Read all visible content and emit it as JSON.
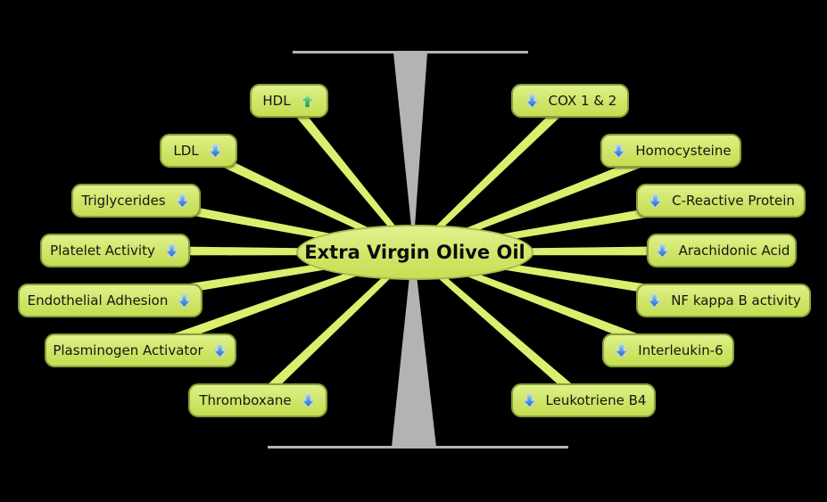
{
  "diagram": {
    "center_label": "Extra Virgin Olive Oil",
    "nodes": [
      {
        "label": "HDL",
        "effect": "increase",
        "side": "left"
      },
      {
        "label": "LDL",
        "effect": "decrease",
        "side": "left"
      },
      {
        "label": "Triglycerides",
        "effect": "decrease",
        "side": "left"
      },
      {
        "label": "Platelet Activity",
        "effect": "decrease",
        "side": "left"
      },
      {
        "label": "Endothelial Adhesion",
        "effect": "decrease",
        "side": "left"
      },
      {
        "label": "Plasminogen Activator",
        "effect": "decrease",
        "side": "left"
      },
      {
        "label": "Thromboxane",
        "effect": "decrease",
        "side": "left"
      },
      {
        "label": "COX 1 & 2",
        "effect": "decrease",
        "side": "right"
      },
      {
        "label": "Homocysteine",
        "effect": "decrease",
        "side": "right"
      },
      {
        "label": "C-Reactive Protein",
        "effect": "decrease",
        "side": "right"
      },
      {
        "label": "Arachidonic Acid",
        "effect": "decrease",
        "side": "right"
      },
      {
        "label": "NF kappa B activity",
        "effect": "decrease",
        "side": "right"
      },
      {
        "label": "Interleukin-6",
        "effect": "decrease",
        "side": "right"
      },
      {
        "label": "Leukotriene B4",
        "effect": "decrease",
        "side": "right"
      }
    ],
    "colors": {
      "background": "#000000",
      "node_fill": "#cee567",
      "node_border": "#85a03c",
      "ray": "#dcee6e",
      "hourglass_gray": "#b3b3b3",
      "increase_arrow_green": "#3aa845",
      "decrease_arrow_blue": "#3d82cd",
      "text": "#161616"
    }
  }
}
